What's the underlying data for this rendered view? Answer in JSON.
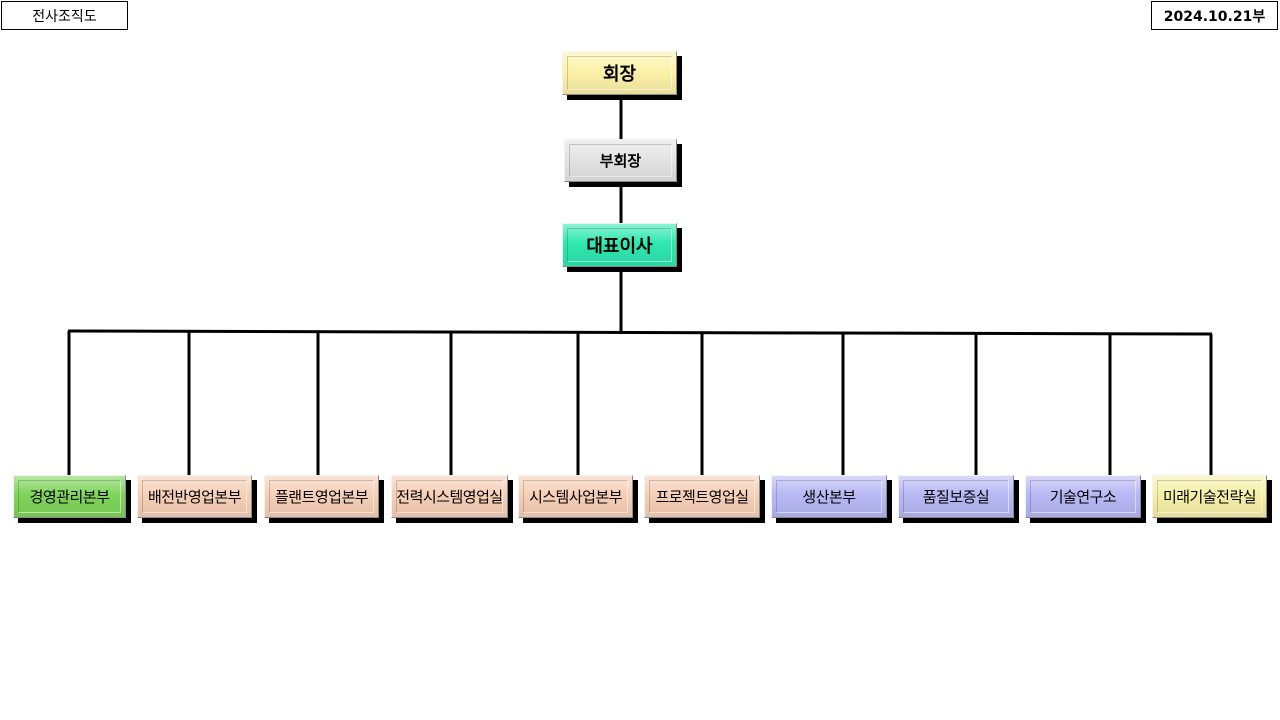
{
  "header": {
    "title": "전사조직도",
    "date": "2024.10.21부"
  },
  "executives": {
    "chairman": {
      "label": "회장",
      "color": "#fdf2a8"
    },
    "vice_chairman": {
      "label": "부회장",
      "color": "#e4e4e4"
    },
    "ceo": {
      "label": "대표이사",
      "color": "#2ee8b0"
    }
  },
  "departments": [
    {
      "label": "경영관리본부",
      "color": "#7fd45a"
    },
    {
      "label": "배전반영업본부",
      "color": "#f7cfb7"
    },
    {
      "label": "플랜트영업본부",
      "color": "#f7cfb7"
    },
    {
      "label": "전력시스템영업실",
      "color": "#f7cfb7"
    },
    {
      "label": "시스템사업본부",
      "color": "#f7cfb7"
    },
    {
      "label": "프로젝트영업실",
      "color": "#f7cfb7"
    },
    {
      "label": "생산본부",
      "color": "#b8b8f5"
    },
    {
      "label": "품질보증실",
      "color": "#b8b8f5"
    },
    {
      "label": "기술연구소",
      "color": "#b8b8f5"
    },
    {
      "label": "미래기술전략실",
      "color": "#f7f0a8"
    }
  ]
}
